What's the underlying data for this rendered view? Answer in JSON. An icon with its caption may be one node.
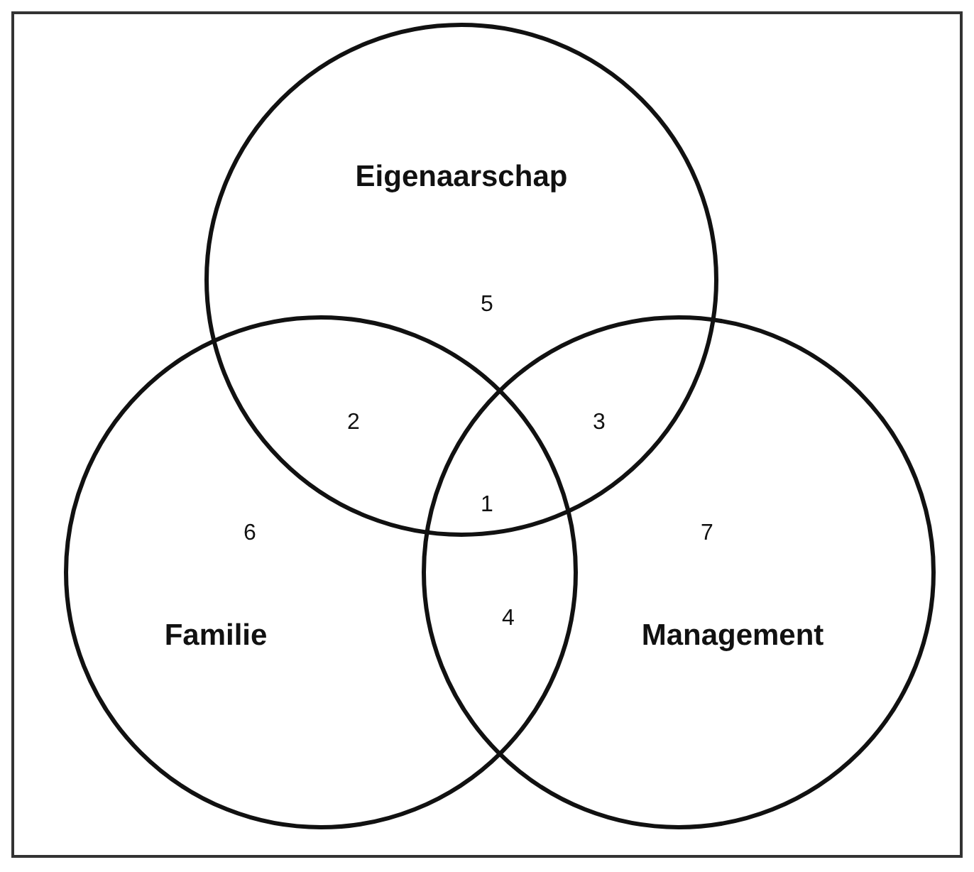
{
  "diagram": {
    "nodes": [
      {
        "text": [
          "Eigenaarschap"
        ]
      },
      {
        "text": [
          "Familie"
        ]
      },
      {
        "text": [
          "Management"
        ]
      }
    ],
    "labels": [
      "5",
      "2",
      "3",
      "1",
      "6",
      "7",
      "4"
    ]
  }
}
